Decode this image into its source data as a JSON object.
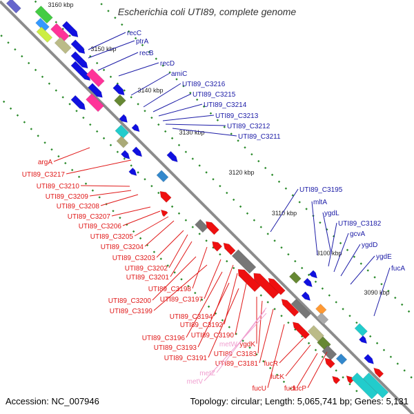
{
  "title": "Escherichia coli UTI89, complete genome",
  "footer": {
    "accession": "Accession: NC_007946",
    "summary": "Topology: circular; Length: 5,065,741 bp; Genes: 5,131"
  },
  "colors": {
    "backbone": "#8c8c8c",
    "forward_label": "#1a1aa6",
    "reverse_label": "#e01818",
    "rna_label": "#f0a0d0",
    "tick": "#2a8a2a",
    "forward_gene": "#1010e0",
    "reverse_gene": "#ee1010"
  },
  "kbp_markers": [
    "3160 kbp",
    "3150 kbp",
    "3140 kbp",
    "3130 kbp",
    "3120 kbp",
    "3110 kbp",
    "3100 kbp",
    "3090 kbp"
  ],
  "forward_labels": [
    "recC",
    "ptrA",
    "recB",
    "recD",
    "amiC",
    "UTI89_C3216",
    "UTI89_C3215",
    "UTI89_C3214",
    "UTI89_C3213",
    "UTI89_C3212",
    "UTI89_C3211",
    "UTI89_C3195",
    "mltA",
    "ygdL",
    "UTI89_C3182",
    "gcvA",
    "ygdD",
    "ygdE",
    "fucA"
  ],
  "reverse_labels": [
    "argA",
    "UTI89_C3217",
    "UTI89_C3210",
    "UTI89_C3209",
    "UTI89_C3208",
    "UTI89_C3207",
    "UTI89_C3206",
    "UTI89_C3205",
    "UTI89_C3204",
    "UTI89_C3203",
    "UTI89_C3202",
    "UTI89_C3201",
    "UTI89_C3198",
    "UTI89_C3200",
    "UTI89_C3197",
    "UTI89_C3199",
    "UTI89_C3194",
    "UTI89_C3192",
    "UTI89_C3196",
    "UTI89_C3190",
    "UTI89_C3193",
    "ygdK",
    "UTI89_C3191",
    "UTI89_C3183",
    "UTI89_C3181",
    "fucR",
    "fucK",
    "fucU",
    "fucI",
    "fucP"
  ],
  "rna_labels": [
    "metW",
    "metZ",
    "metV"
  ]
}
